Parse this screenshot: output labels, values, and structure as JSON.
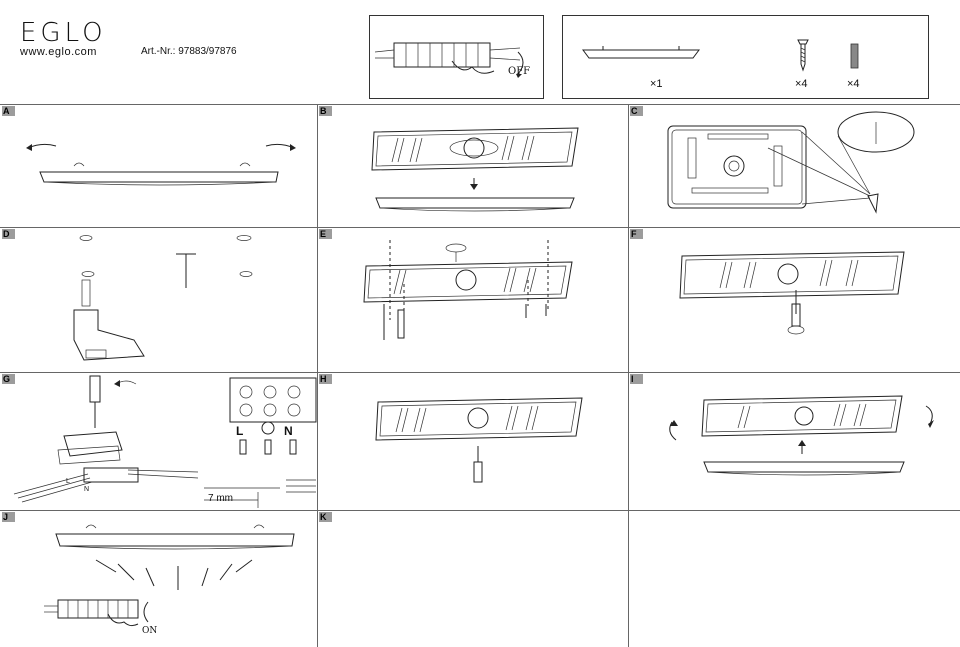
{
  "header": {
    "brand": "EGLO",
    "website": "www.eglo.com",
    "article": "Art.-Nr.: 97883/97876",
    "power_label": "OFF"
  },
  "parts": {
    "luminaire_qty": "×1",
    "screw_qty": "×4",
    "dowel_qty": "×4"
  },
  "panels": [
    {
      "id": "A"
    },
    {
      "id": "B"
    },
    {
      "id": "C"
    },
    {
      "id": "D"
    },
    {
      "id": "E"
    },
    {
      "id": "F"
    },
    {
      "id": "G"
    },
    {
      "id": "H"
    },
    {
      "id": "I"
    },
    {
      "id": "J"
    },
    {
      "id": "K"
    }
  ],
  "wiring": {
    "live": "L",
    "neutral": "N",
    "strip_length": "7 mm",
    "small_l": "L",
    "small_n": "N"
  },
  "power_on_label": "ON"
}
